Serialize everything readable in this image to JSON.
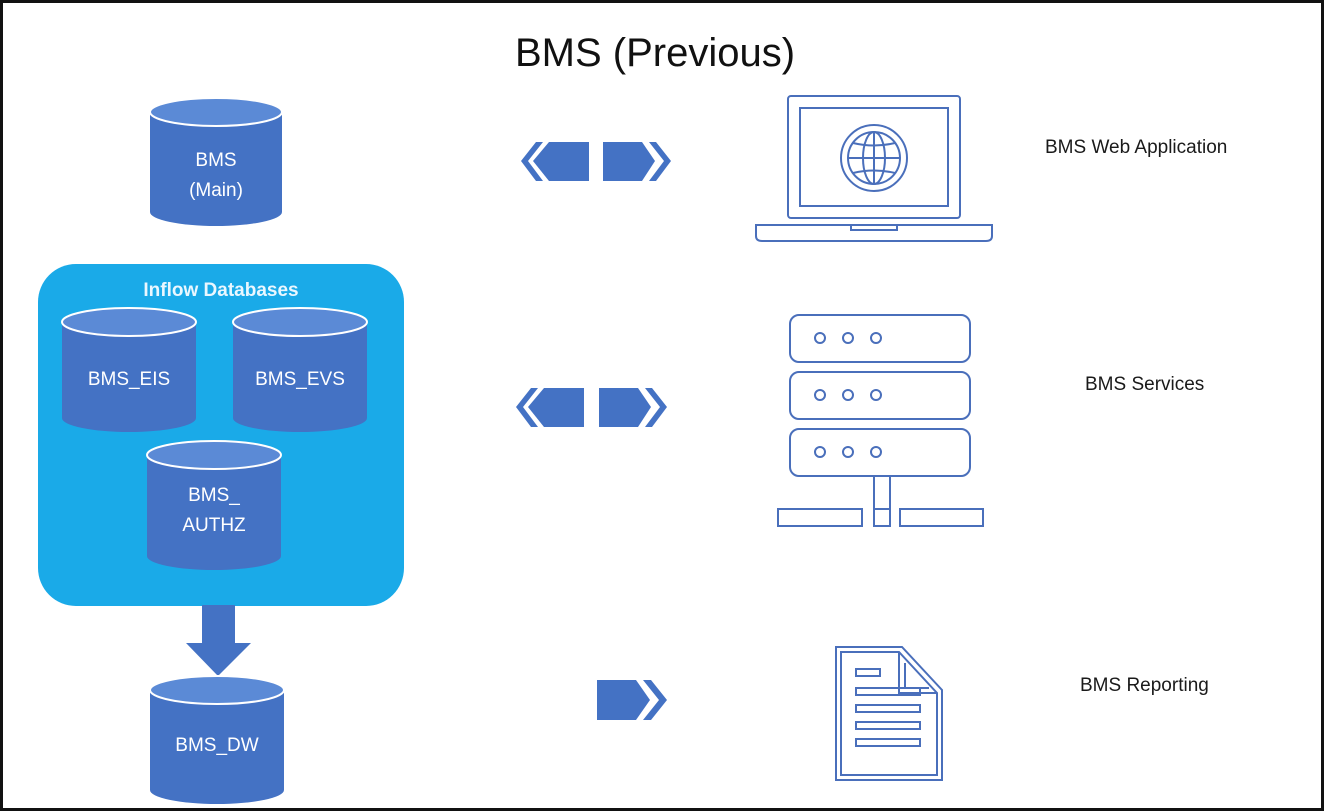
{
  "title": "BMS (Previous)",
  "colors": {
    "db_blue": "#4472C4",
    "db_top": "#5b8ad6",
    "group_fill": "#1aaae8",
    "icon_stroke": "#4a6fbb"
  },
  "databases": {
    "main_line1": "BMS",
    "main_line2": "(Main)",
    "eis": "BMS_EIS",
    "evs": "BMS_EVS",
    "authz_line1": "BMS_",
    "authz_line2": "AUTHZ",
    "dw": "BMS_DW"
  },
  "inflow_group": {
    "label": "Inflow Databases"
  },
  "components": {
    "web_app": "BMS Web Application",
    "services": "BMS Services",
    "reporting": "BMS Reporting"
  },
  "icons": {
    "web_app": "laptop-globe-icon",
    "services": "server-rack-icon",
    "reporting": "document-icon",
    "bidirectional_arrow": "bidirectional-arrow-icon",
    "forward_arrow": "forward-arrow-icon",
    "down_arrow": "down-arrow-icon"
  }
}
